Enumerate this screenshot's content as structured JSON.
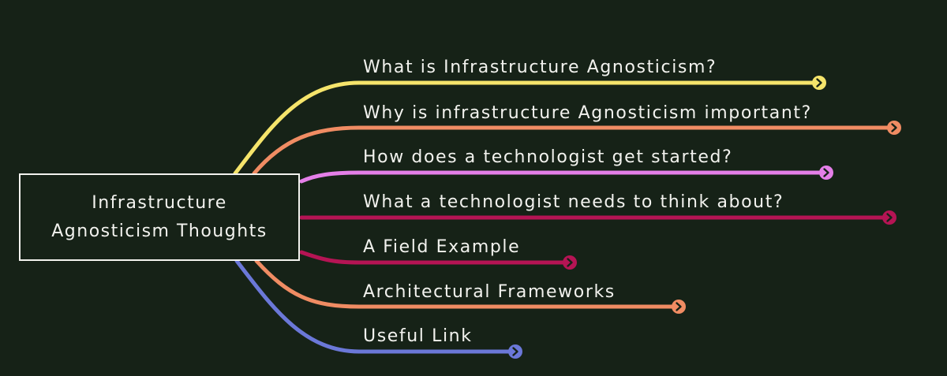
{
  "root": {
    "title": "Infrastructure Agnosticism Thoughts"
  },
  "branches": [
    {
      "label": "What is Infrastructure Agnosticism?",
      "color": "#f5e46b",
      "icon": "chevron-right-icon"
    },
    {
      "label": "Why is infrastructure Agnosticism important?",
      "color": "#f08c63",
      "icon": "chevron-right-icon"
    },
    {
      "label": "How does a technologist get started?",
      "color": "#e47fe8",
      "icon": "chevron-right-icon"
    },
    {
      "label": "What a technologist needs to think about?",
      "color": "#b51454",
      "icon": "chevron-right-icon"
    },
    {
      "label": "A Field Example",
      "color": "#b51454",
      "icon": "chevron-right-icon"
    },
    {
      "label": "Architectural Frameworks",
      "color": "#f08c63",
      "icon": "chevron-right-icon"
    },
    {
      "label": "Useful Link",
      "color": "#6b78d8",
      "icon": "chevron-right-icon"
    }
  ]
}
